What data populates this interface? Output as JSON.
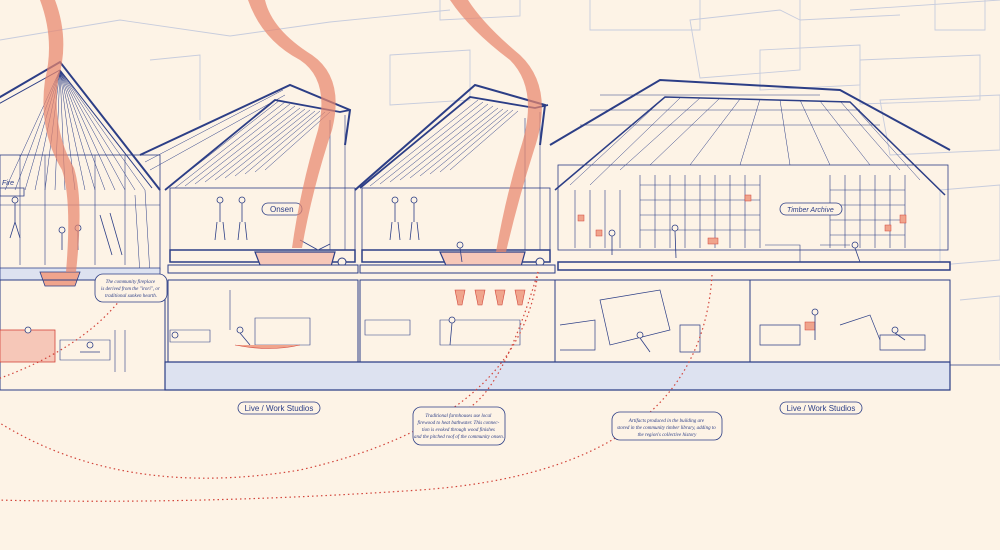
{
  "labels": {
    "fire": "Fire",
    "onsen": "Onsen",
    "timber_archive": "Timber Archive",
    "live_work_left": "Live / Work Studios",
    "live_work_right": "Live / Work Studios"
  },
  "notes": {
    "fireplace": [
      "The community fireplace",
      "is derived from the \"irori\", or",
      "traditional sunken hearth."
    ],
    "onsen": [
      "Traditional farmhouses use local",
      "firewood to heat bathwater. This connec-",
      "tion is evoked through wood finishes",
      "and the pitched roof of the community onsen."
    ],
    "archive": [
      "Artifacts produced in the building are",
      "stored in the community timber library, adding to",
      "the region's collective history"
    ]
  },
  "colors": {
    "background": "#fdf3e6",
    "line": "#2c3e86",
    "ghost": "#c7ccdd",
    "smoke": "#e8866e",
    "accent": "#f0a48c",
    "dotted": "#d2443a",
    "floor": "#dde2f0"
  }
}
